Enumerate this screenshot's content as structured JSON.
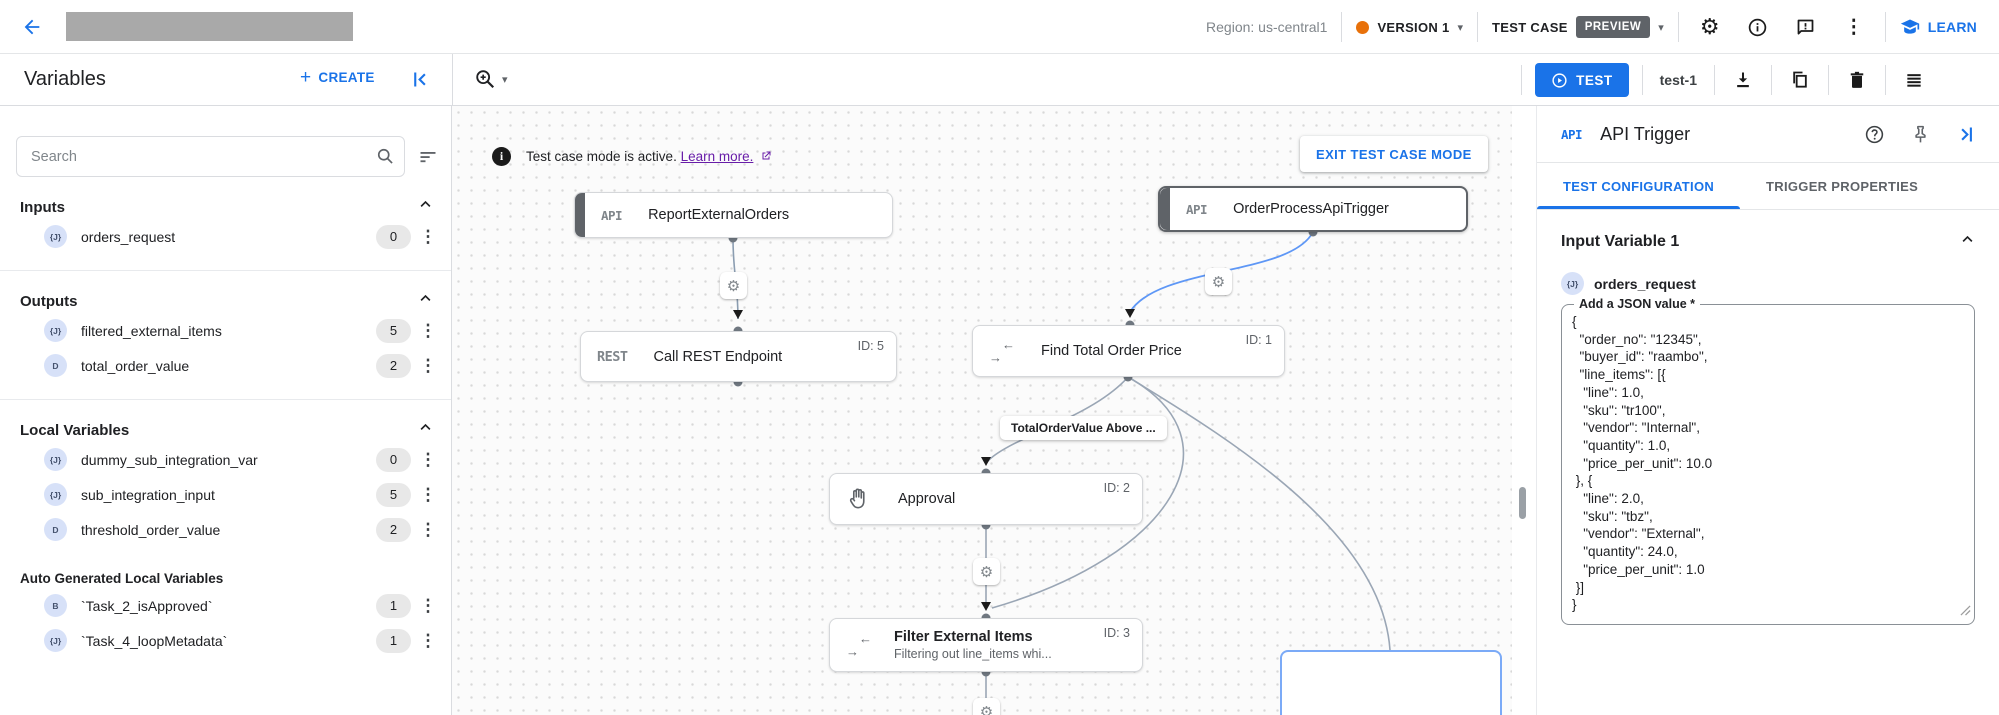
{
  "icons": {
    "kebab": "⋮",
    "gear": "⚙",
    "caret_down": "▾",
    "arrow_right": "→",
    "arrow_left": "←",
    "info_i": "i"
  },
  "app_bar": {
    "region": "Region: us-central1",
    "version_label": "VERSION 1",
    "test_case_label": "TEST CASE",
    "preview_badge": "PREVIEW",
    "learn_label": "LEARN"
  },
  "toolbar": {
    "title": "Variables",
    "create_label": "CREATE",
    "test_label": "TEST",
    "test_name": "test-1"
  },
  "sidebar": {
    "search_placeholder": "Search",
    "sections": [
      {
        "title": "Inputs",
        "items": [
          {
            "badge": "{J}",
            "name": "orders_request",
            "count": "0"
          }
        ]
      },
      {
        "title": "Outputs",
        "items": [
          {
            "badge": "{J}",
            "name": "filtered_external_items",
            "count": "5"
          },
          {
            "badge": "D",
            "name": "total_order_value",
            "count": "2"
          }
        ]
      },
      {
        "title": "Local Variables",
        "items": [
          {
            "badge": "{J}",
            "name": "dummy_sub_integration_var",
            "count": "0"
          },
          {
            "badge": "{J}",
            "name": "sub_integration_input",
            "count": "5"
          },
          {
            "badge": "D",
            "name": "threshold_order_value",
            "count": "2"
          }
        ]
      },
      {
        "title": "Auto Generated Local Variables",
        "items": [
          {
            "badge": "B",
            "name": "`Task_2_isApproved`",
            "count": "1"
          },
          {
            "badge": "{J}",
            "name": "`Task_4_loopMetadata`",
            "count": "1"
          }
        ]
      }
    ]
  },
  "canvas": {
    "banner": {
      "message": "Test case mode is active.",
      "link": "Learn more.",
      "exit_button": "EXIT TEST CASE MODE"
    },
    "nodes": {
      "report": {
        "tag": "API",
        "title": "ReportExternalOrders"
      },
      "order": {
        "tag": "API",
        "title": "OrderProcessApiTrigger"
      },
      "rest": {
        "tag": "REST",
        "title": "Call REST Endpoint",
        "id": "ID: 5"
      },
      "find": {
        "title": "Find Total Order Price",
        "id": "ID: 1"
      },
      "approval": {
        "title": "Approval",
        "id": "ID: 2"
      },
      "filter": {
        "title": "Filter External Items",
        "subtitle": "Filtering out line_items whi...",
        "id": "ID: 3"
      }
    },
    "edge_label": "TotalOrderValue Above ..."
  },
  "panel": {
    "badge": "API",
    "title": "API Trigger",
    "tabs": {
      "config": "TEST CONFIGURATION",
      "properties": "TRIGGER PROPERTIES"
    },
    "section_title": "Input Variable 1",
    "variable": {
      "badge": "{J}",
      "name": "orders_request"
    },
    "field_label": "Add a JSON value *",
    "json_value": "{\n  \"order_no\": \"12345\",\n  \"buyer_id\": \"raambo\",\n  \"line_items\": [{\n   \"line\": 1.0,\n   \"sku\": \"tr100\",\n   \"vendor\": \"Internal\",\n   \"quantity\": 1.0,\n   \"price_per_unit\": 10.0\n }, {\n   \"line\": 2.0,\n   \"sku\": \"tbz\",\n   \"vendor\": \"External\",\n   \"quantity\": 24.0,\n   \"price_per_unit\": 1.0\n }]\n}"
  }
}
